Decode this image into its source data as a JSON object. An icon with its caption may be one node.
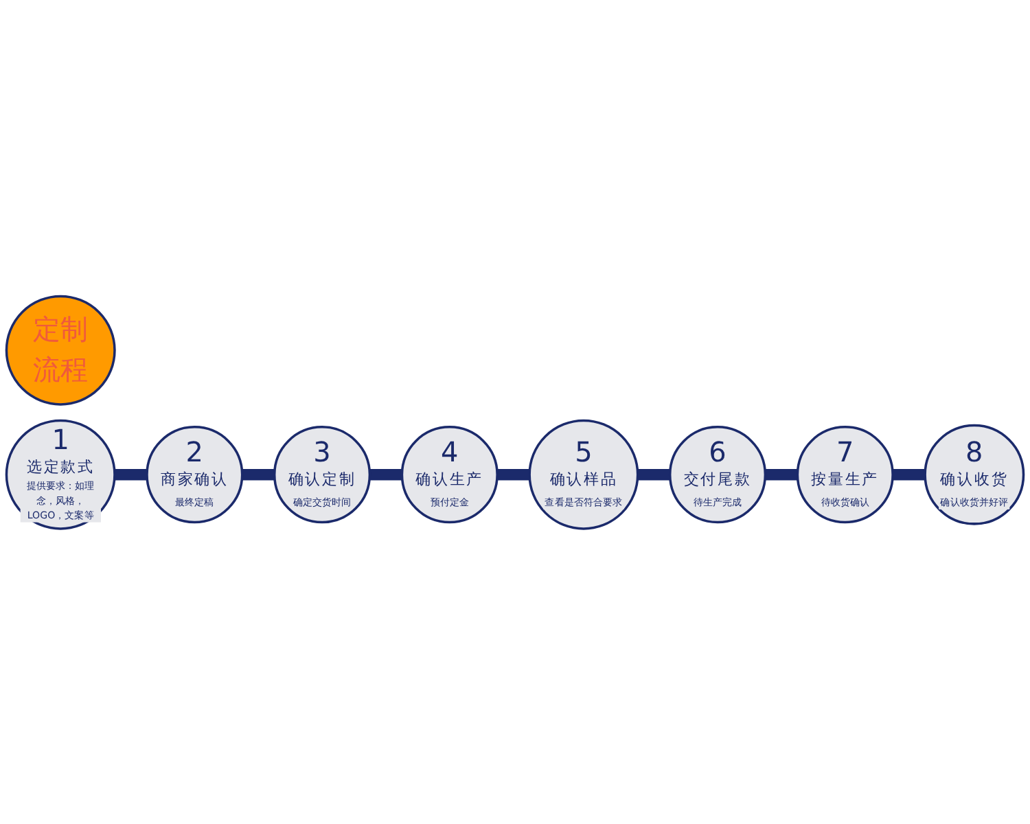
{
  "diagram": {
    "nodes": [
      {
        "text": [
          "定制流程"
        ]
      },
      {
        "text": [
          "1",
          "选定款式",
          "提供要求：如理念，风格，LOGO，文案等"
        ]
      },
      {
        "text": [
          "2",
          "商家确认",
          "最终定稿"
        ]
      },
      {
        "text": [
          "3",
          "确认定制",
          "确定交货时间"
        ]
      },
      {
        "text": [
          "4",
          "确认生产",
          "预付定金"
        ]
      },
      {
        "text": [
          "5",
          "确认样品",
          "查看是否符合要求"
        ]
      },
      {
        "text": [
          "6",
          "交付尾款",
          "待生产完成"
        ]
      },
      {
        "text": [
          "7",
          "按量生产",
          "待收货确认"
        ]
      },
      {
        "text": [
          "8",
          "确认收货",
          "确认收货并好评"
        ]
      }
    ],
    "edges": [
      {
        "from": 1,
        "to": 2,
        "arrow": "none"
      },
      {
        "from": 2,
        "to": 3,
        "arrow": "none"
      },
      {
        "from": 3,
        "to": 4,
        "arrow": "none"
      },
      {
        "from": 4,
        "to": 5,
        "arrow": "none"
      },
      {
        "from": 5,
        "to": 6,
        "arrow": "none"
      },
      {
        "from": 6,
        "to": 7,
        "arrow": "none"
      },
      {
        "from": 7,
        "to": 8,
        "arrow": "none"
      }
    ]
  }
}
